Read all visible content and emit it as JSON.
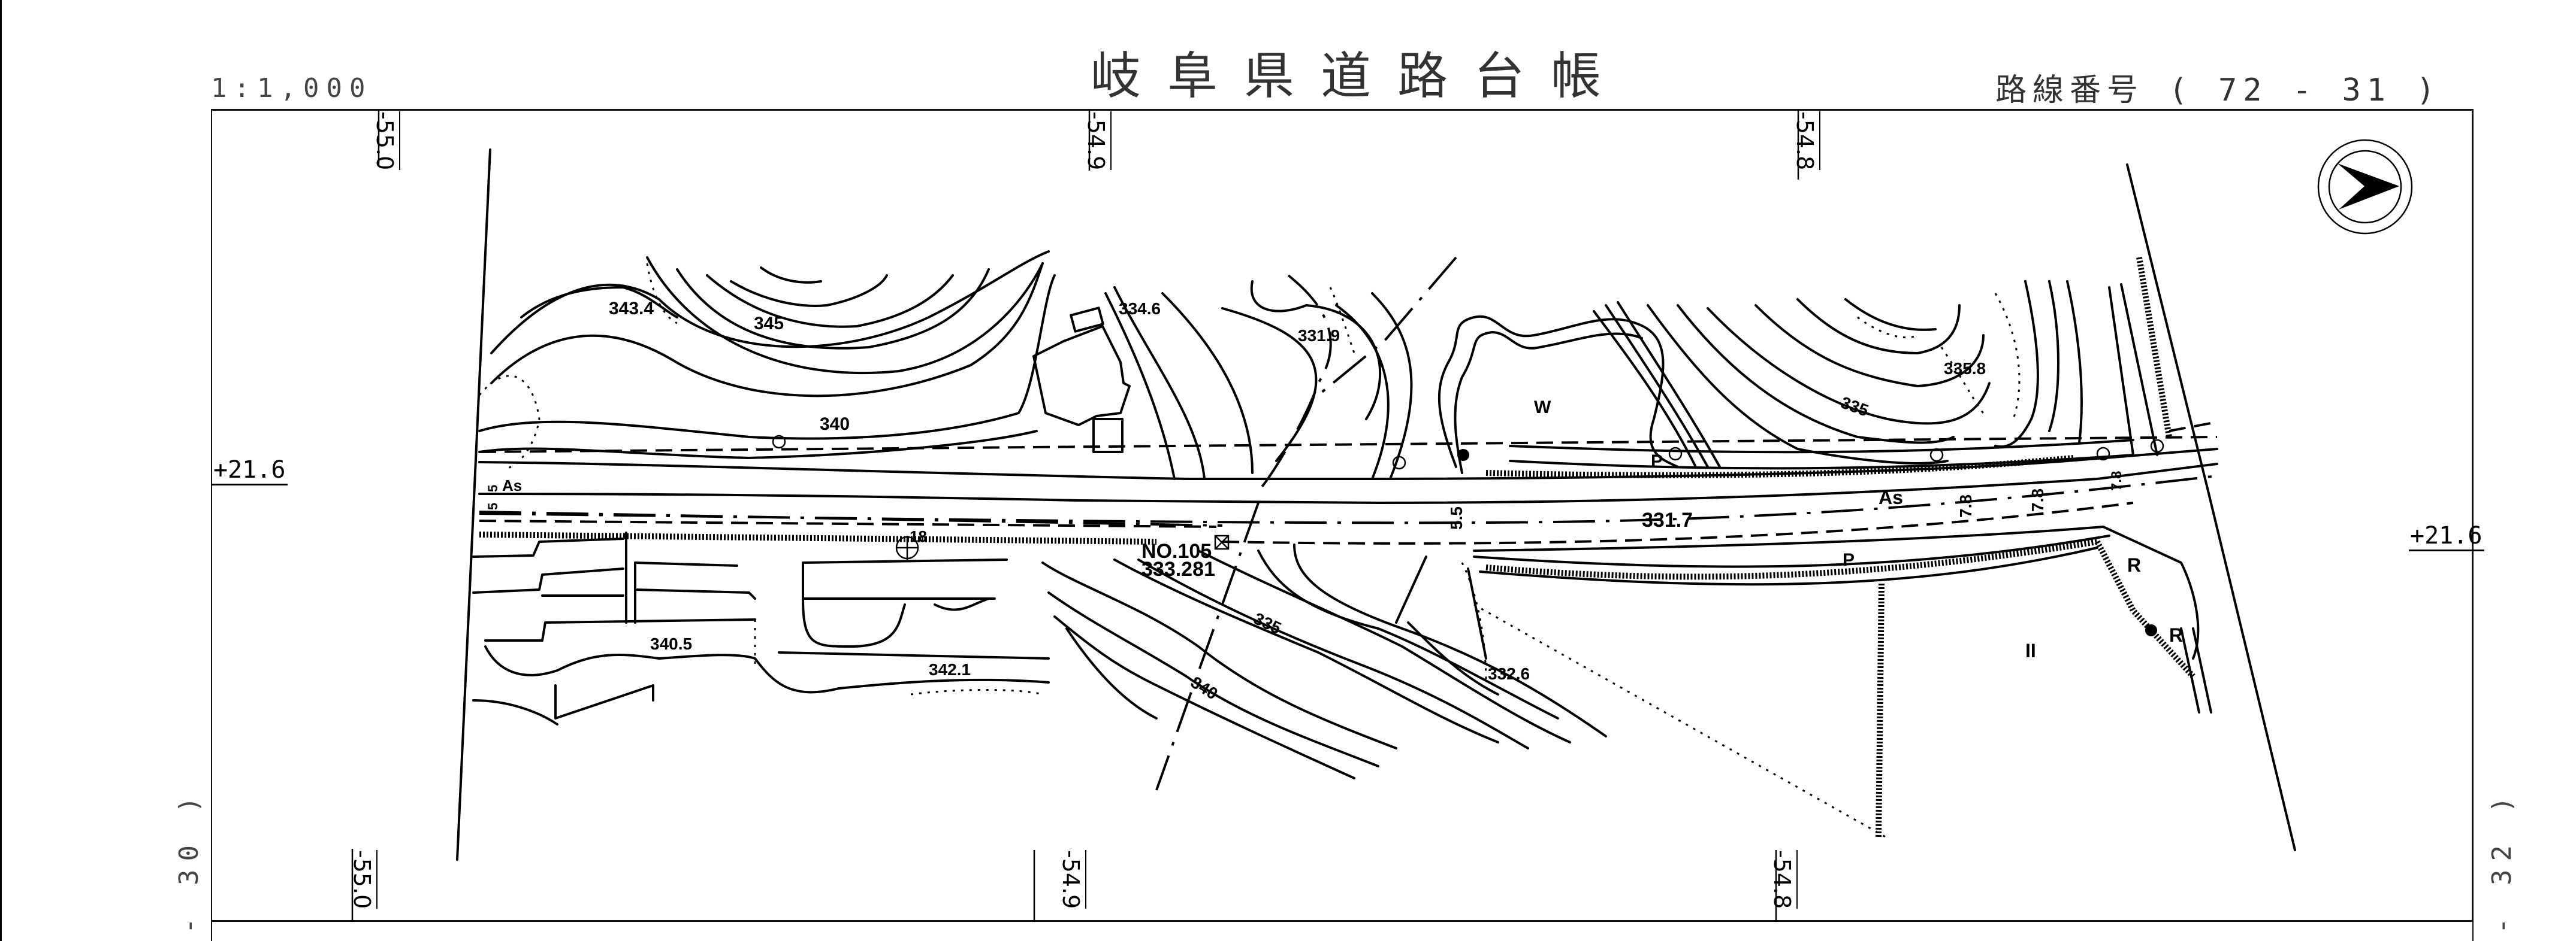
{
  "header": {
    "title": "岐阜県道路台帳",
    "scale": "1:1,000",
    "route_label": "路線番号",
    "route_number": "( 72 - 31 )"
  },
  "stations": {
    "top": [
      "-55.0",
      "-54.9",
      "-54.8"
    ],
    "bottom": [
      "-55.0",
      "-54.9",
      "-54.8"
    ]
  },
  "offsets": {
    "left": "+21.6",
    "right": "+21.6"
  },
  "sheet_links": {
    "previous": "- 30 )",
    "next": "- 32 )"
  },
  "north_arrow": {
    "icon": "north-arrow-icon",
    "direction": "east"
  },
  "map_labels": {
    "elevations": [
      "343.4",
      "345",
      "340",
      "334.6",
      "331.9",
      "335",
      "335.8",
      "340.5",
      "342.1",
      "335",
      "340",
      "332.6"
    ],
    "benchmark": {
      "id": "NO.105",
      "elevation": "333.281"
    },
    "road_centerline_elevation": "331.7",
    "pavement": [
      "As",
      "As"
    ],
    "widths": [
      "5",
      "5",
      "5.5",
      "7.8",
      "7.8",
      "7.8",
      "18"
    ],
    "land_use": [
      "W",
      "P",
      "P",
      "R",
      "R",
      "II"
    ]
  }
}
